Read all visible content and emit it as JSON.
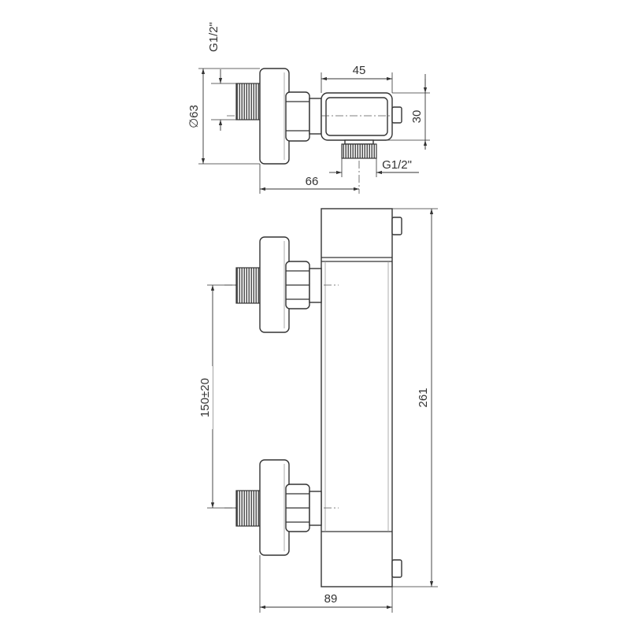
{
  "dimensions": {
    "thread_inlet": "G1/2\"",
    "body_width_top": "45",
    "body_depth": "30",
    "rosette_diameter": "∅63",
    "thread_outlet": "G1/2\"",
    "projection": "66",
    "inlet_spacing": "150±20",
    "total_height": "261",
    "total_width": "89"
  }
}
